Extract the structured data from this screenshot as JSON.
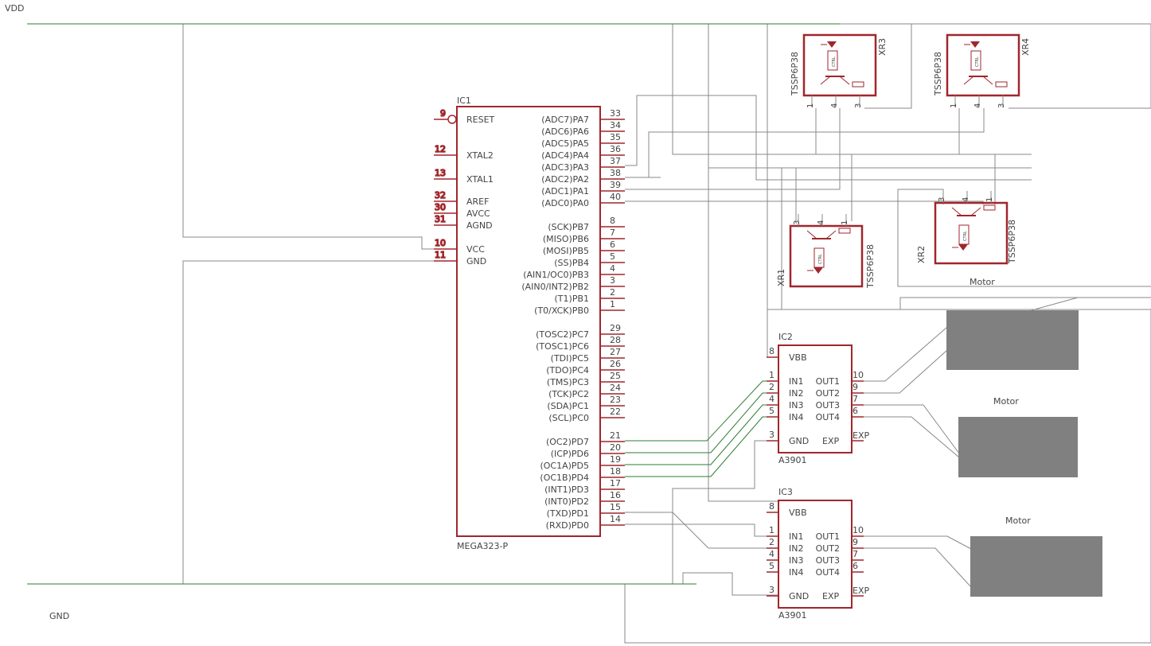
{
  "nets": {
    "vdd": "VDD",
    "gnd": "GND"
  },
  "colors": {
    "wire": "#2e7d32",
    "net": "#888888",
    "part": "#a0262c",
    "motor": "#808080",
    "text": "#444444"
  },
  "ic1": {
    "name": "IC1",
    "value": "MEGA323-P",
    "left_pins": [
      {
        "num": "9",
        "name": "RESET"
      },
      {
        "num": "12",
        "name": "XTAL2"
      },
      {
        "num": "13",
        "name": "XTAL1"
      },
      {
        "num": "32",
        "name": "AREF"
      },
      {
        "num": "30",
        "name": "AVCC"
      },
      {
        "num": "31",
        "name": "AGND"
      },
      {
        "num": "10",
        "name": "VCC"
      },
      {
        "num": "11",
        "name": "GND"
      }
    ],
    "right_pins": [
      {
        "num": "33",
        "name": "(ADC7)PA7"
      },
      {
        "num": "34",
        "name": "(ADC6)PA6"
      },
      {
        "num": "35",
        "name": "(ADC5)PA5"
      },
      {
        "num": "36",
        "name": "(ADC4)PA4"
      },
      {
        "num": "37",
        "name": "(ADC3)PA3"
      },
      {
        "num": "38",
        "name": "(ADC2)PA2"
      },
      {
        "num": "39",
        "name": "(ADC1)PA1"
      },
      {
        "num": "40",
        "name": "(ADC0)PA0"
      },
      {
        "num": "8",
        "name": "(SCK)PB7"
      },
      {
        "num": "7",
        "name": "(MISO)PB6"
      },
      {
        "num": "6",
        "name": "(MOSI)PB5"
      },
      {
        "num": "5",
        "name": "(SS)PB4"
      },
      {
        "num": "4",
        "name": "(AIN1/OC0)PB3"
      },
      {
        "num": "3",
        "name": "(AIN0/INT2)PB2"
      },
      {
        "num": "2",
        "name": "(T1)PB1"
      },
      {
        "num": "1",
        "name": "(T0/XCK)PB0"
      },
      {
        "num": "29",
        "name": "(TOSC2)PC7"
      },
      {
        "num": "28",
        "name": "(TOSC1)PC6"
      },
      {
        "num": "27",
        "name": "(TDI)PC5"
      },
      {
        "num": "26",
        "name": "(TDO)PC4"
      },
      {
        "num": "25",
        "name": "(TMS)PC3"
      },
      {
        "num": "24",
        "name": "(TCK)PC2"
      },
      {
        "num": "23",
        "name": "(SDA)PC1"
      },
      {
        "num": "22",
        "name": "(SCL)PC0"
      },
      {
        "num": "21",
        "name": "(OC2)PD7"
      },
      {
        "num": "20",
        "name": "(ICP)PD6"
      },
      {
        "num": "19",
        "name": "(OC1A)PD5"
      },
      {
        "num": "18",
        "name": "(OC1B)PD4"
      },
      {
        "num": "17",
        "name": "(INT1)PD3"
      },
      {
        "num": "16",
        "name": "(INT0)PD2"
      },
      {
        "num": "15",
        "name": "(TXD)PD1"
      },
      {
        "num": "14",
        "name": "(RXD)PD0"
      }
    ]
  },
  "drivers": [
    {
      "name": "IC2",
      "value": "A3901",
      "pins": {
        "vbb": "VBB",
        "in1": "IN1",
        "in2": "IN2",
        "in3": "IN3",
        "in4": "IN4",
        "gnd": "GND",
        "out1": "OUT1",
        "out2": "OUT2",
        "out3": "OUT3",
        "out4": "OUT4",
        "exp": "EXP"
      },
      "nums": {
        "vbb": "8",
        "in1": "1",
        "in2": "2",
        "in3": "4",
        "in4": "5",
        "gnd": "3",
        "out1": "10",
        "out2": "9",
        "out3": "7",
        "out4": "6"
      }
    },
    {
      "name": "IC3",
      "value": "A3901",
      "pins": {
        "vbb": "VBB",
        "in1": "IN1",
        "in2": "IN2",
        "in3": "IN3",
        "in4": "IN4",
        "gnd": "GND",
        "out1": "OUT1",
        "out2": "OUT2",
        "out3": "OUT3",
        "out4": "OUT4",
        "exp": "EXP"
      },
      "nums": {
        "vbb": "8",
        "in1": "1",
        "in2": "2",
        "in3": "4",
        "in4": "5",
        "gnd": "3",
        "out1": "10",
        "out2": "9",
        "out3": "7",
        "out4": "6"
      }
    }
  ],
  "sensors": [
    {
      "ref": "XR3",
      "value": "TSSP6P38",
      "pins": [
        "1",
        "4",
        "3"
      ],
      "chip": "CTRL"
    },
    {
      "ref": "XR4",
      "value": "TSSP6P38",
      "pins": [
        "1",
        "4",
        "3"
      ],
      "chip": "CTRL"
    },
    {
      "ref": "XR1",
      "value": "TSSP6P38",
      "pins": [
        "3",
        "4",
        "1"
      ],
      "chip": "CTRL"
    },
    {
      "ref": "XR2",
      "value": "TSSP6P38",
      "pins": [
        "3",
        "4",
        "1"
      ],
      "chip": "CTRL"
    }
  ],
  "motors": [
    {
      "label": "Motor"
    },
    {
      "label": "Motor"
    },
    {
      "label": "Motor"
    }
  ]
}
